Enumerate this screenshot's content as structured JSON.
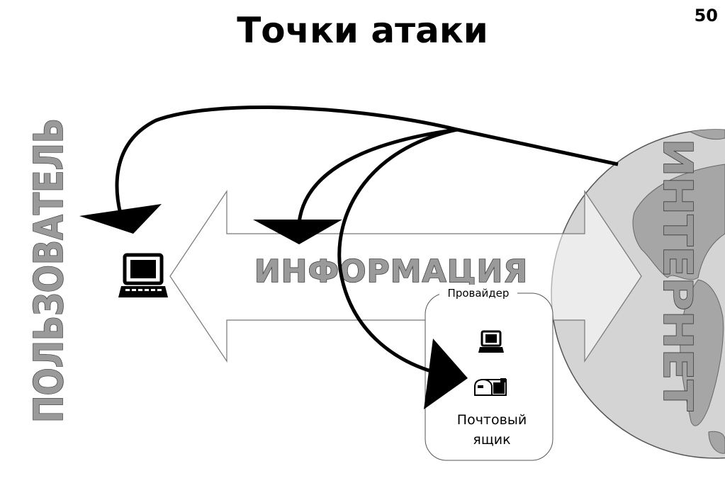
{
  "slide": {
    "title": "Точки атаки",
    "page_number": "50"
  },
  "labels": {
    "user": "ПОЛЬЗОВАТЕЛЬ",
    "internet": "ИНТЕРНЕТ",
    "information": "ИНФОРМАЦИЯ",
    "provider": "Провайдер",
    "mailbox_line1": "Почтовый",
    "mailbox_line2": "ящик"
  },
  "icons": {
    "user_computer": "laptop-icon",
    "provider_computer": "laptop-icon",
    "mailbox": "mailbox-icon",
    "globe": "globe-icon"
  },
  "colors": {
    "label_fill": "#9a9a9a",
    "globe_fill": "#d4d4d4",
    "land_fill": "#a6a6a6"
  }
}
